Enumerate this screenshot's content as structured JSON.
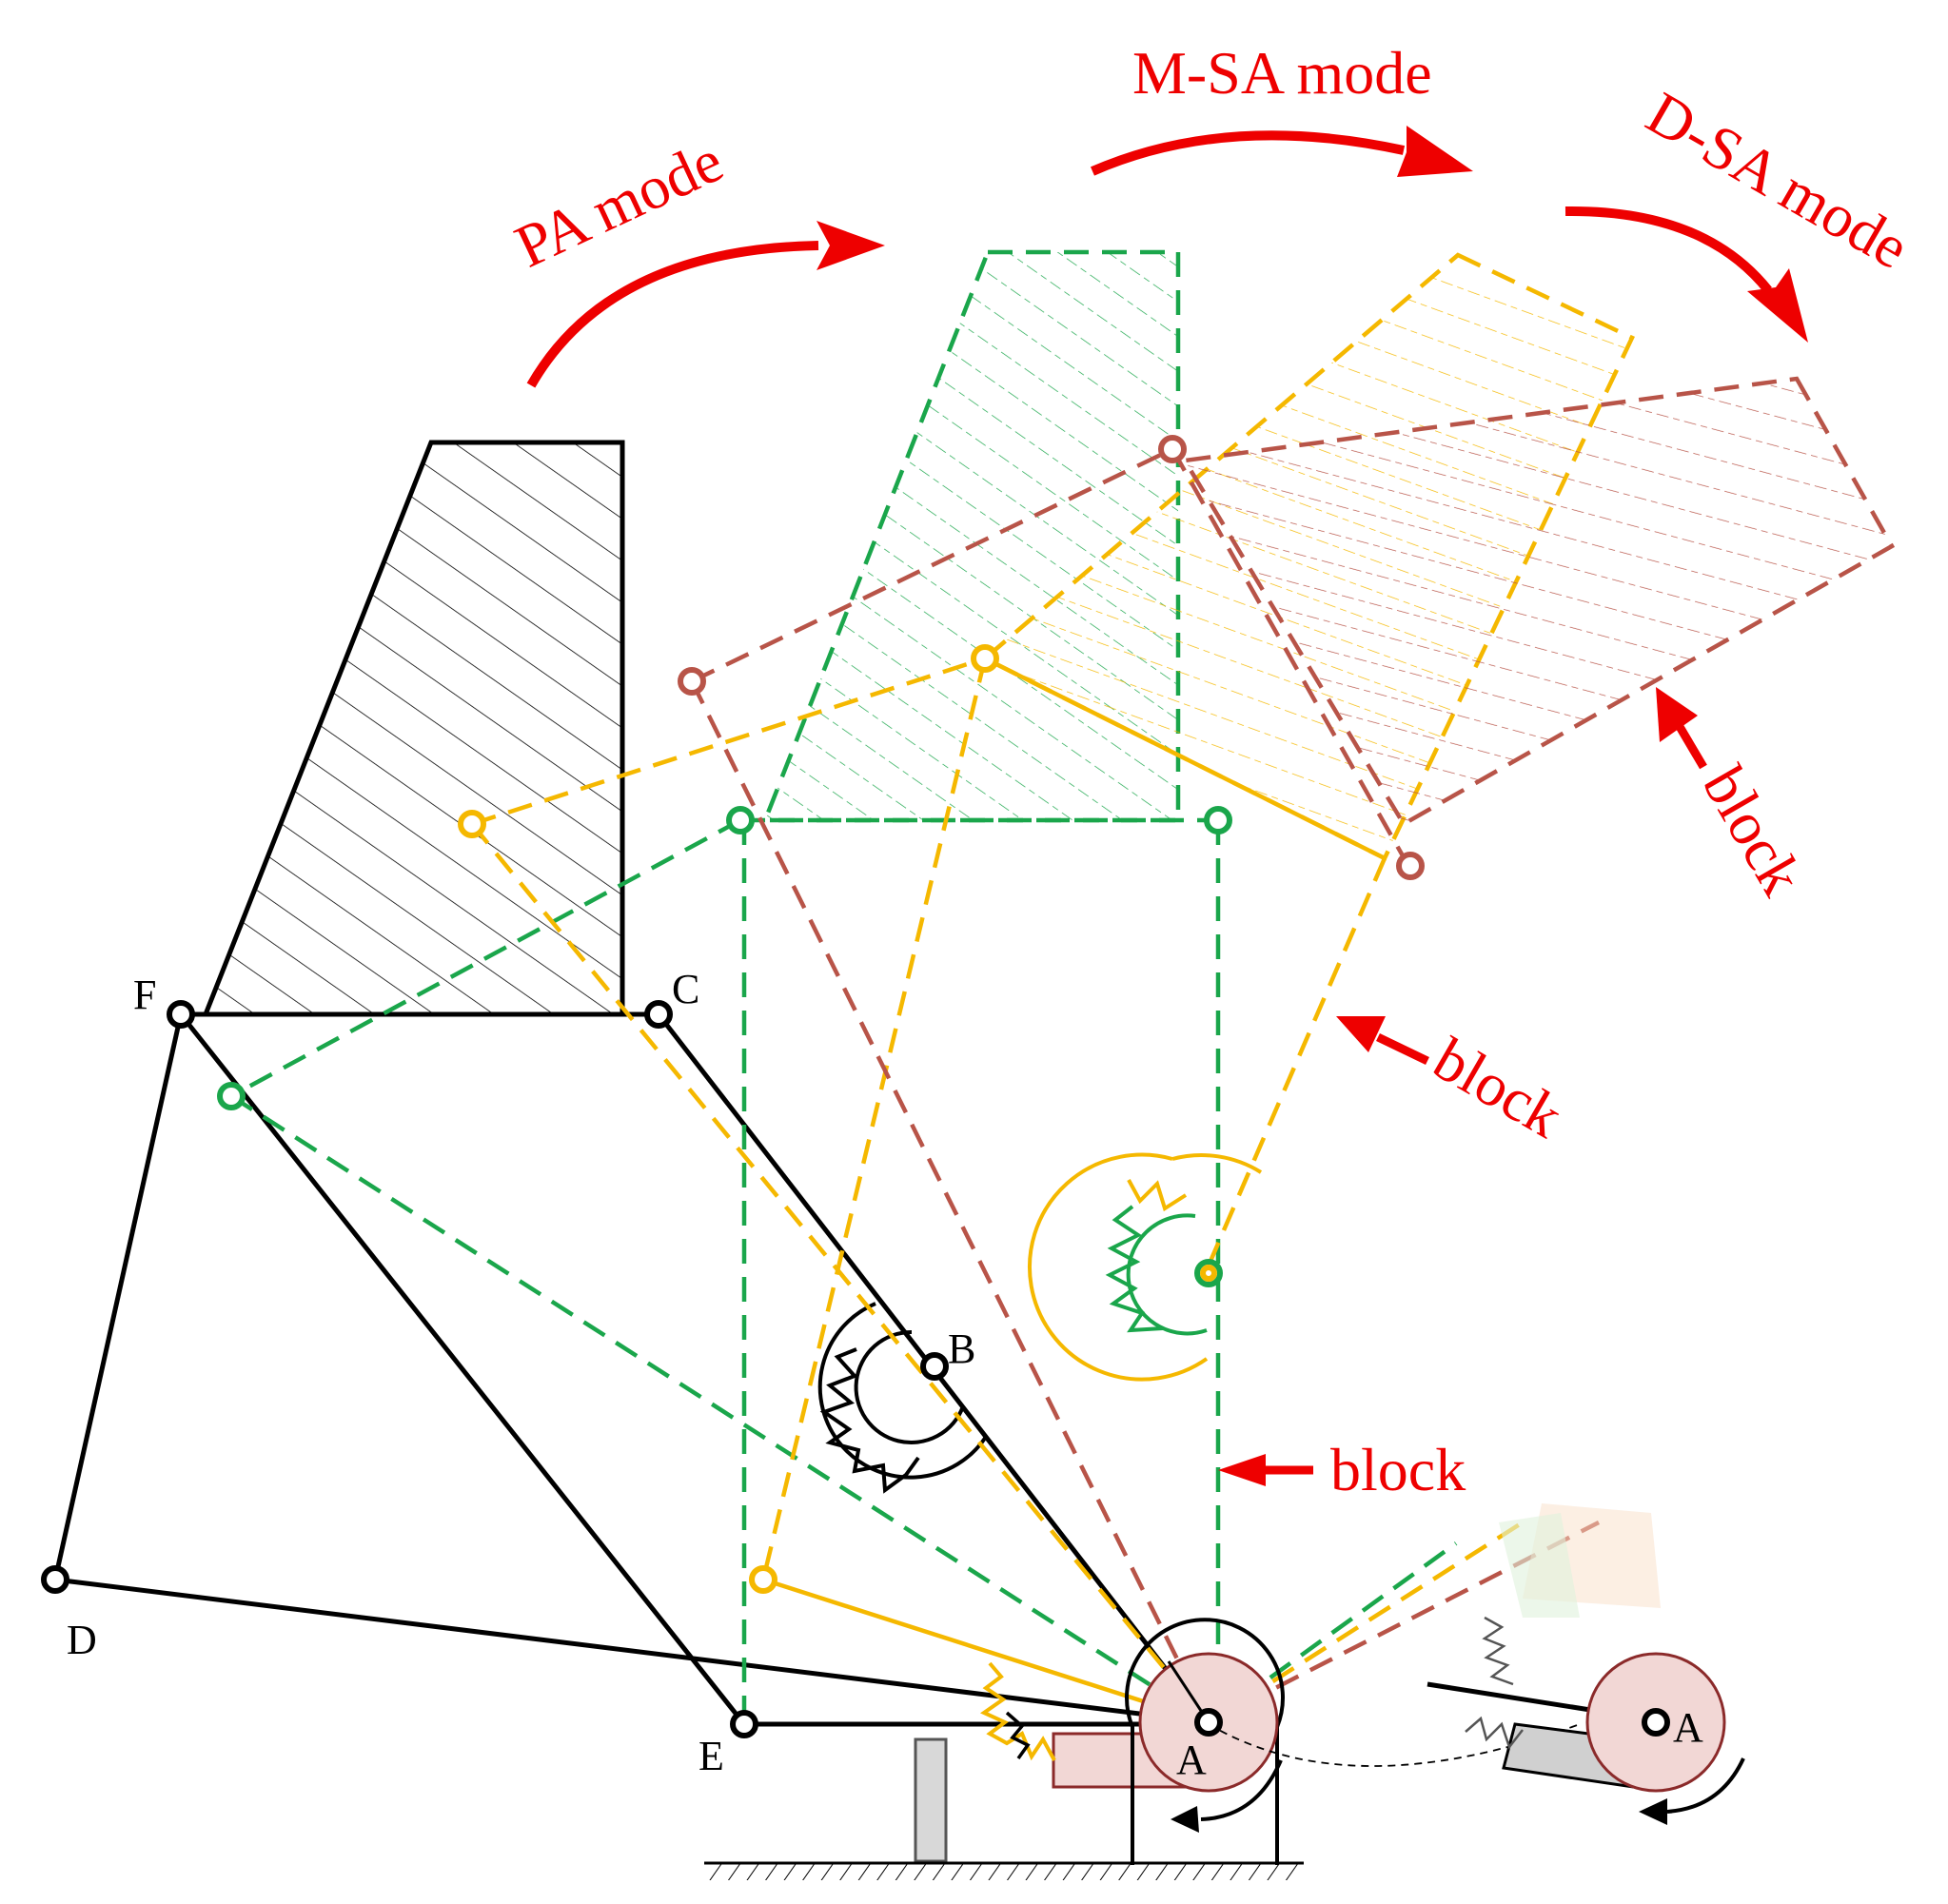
{
  "labels": {
    "A": "A",
    "A_inset": "A",
    "B": "B",
    "C": "C",
    "D": "D",
    "E": "E",
    "F": "F"
  },
  "modes": {
    "pa": "PA mode",
    "msa": "M-SA mode",
    "dsa": "D-SA mode"
  },
  "blocks": {
    "block_1": "block",
    "block_2": "block",
    "block_3": "block"
  },
  "colors": {
    "arrow": "#ee0000",
    "pa_config": "#1aa64b",
    "msa_config": "#f5b800",
    "dsa_config": "#b85448",
    "drum_fill": "#f2d7d5",
    "foot_fill": "#d0d0d0"
  }
}
